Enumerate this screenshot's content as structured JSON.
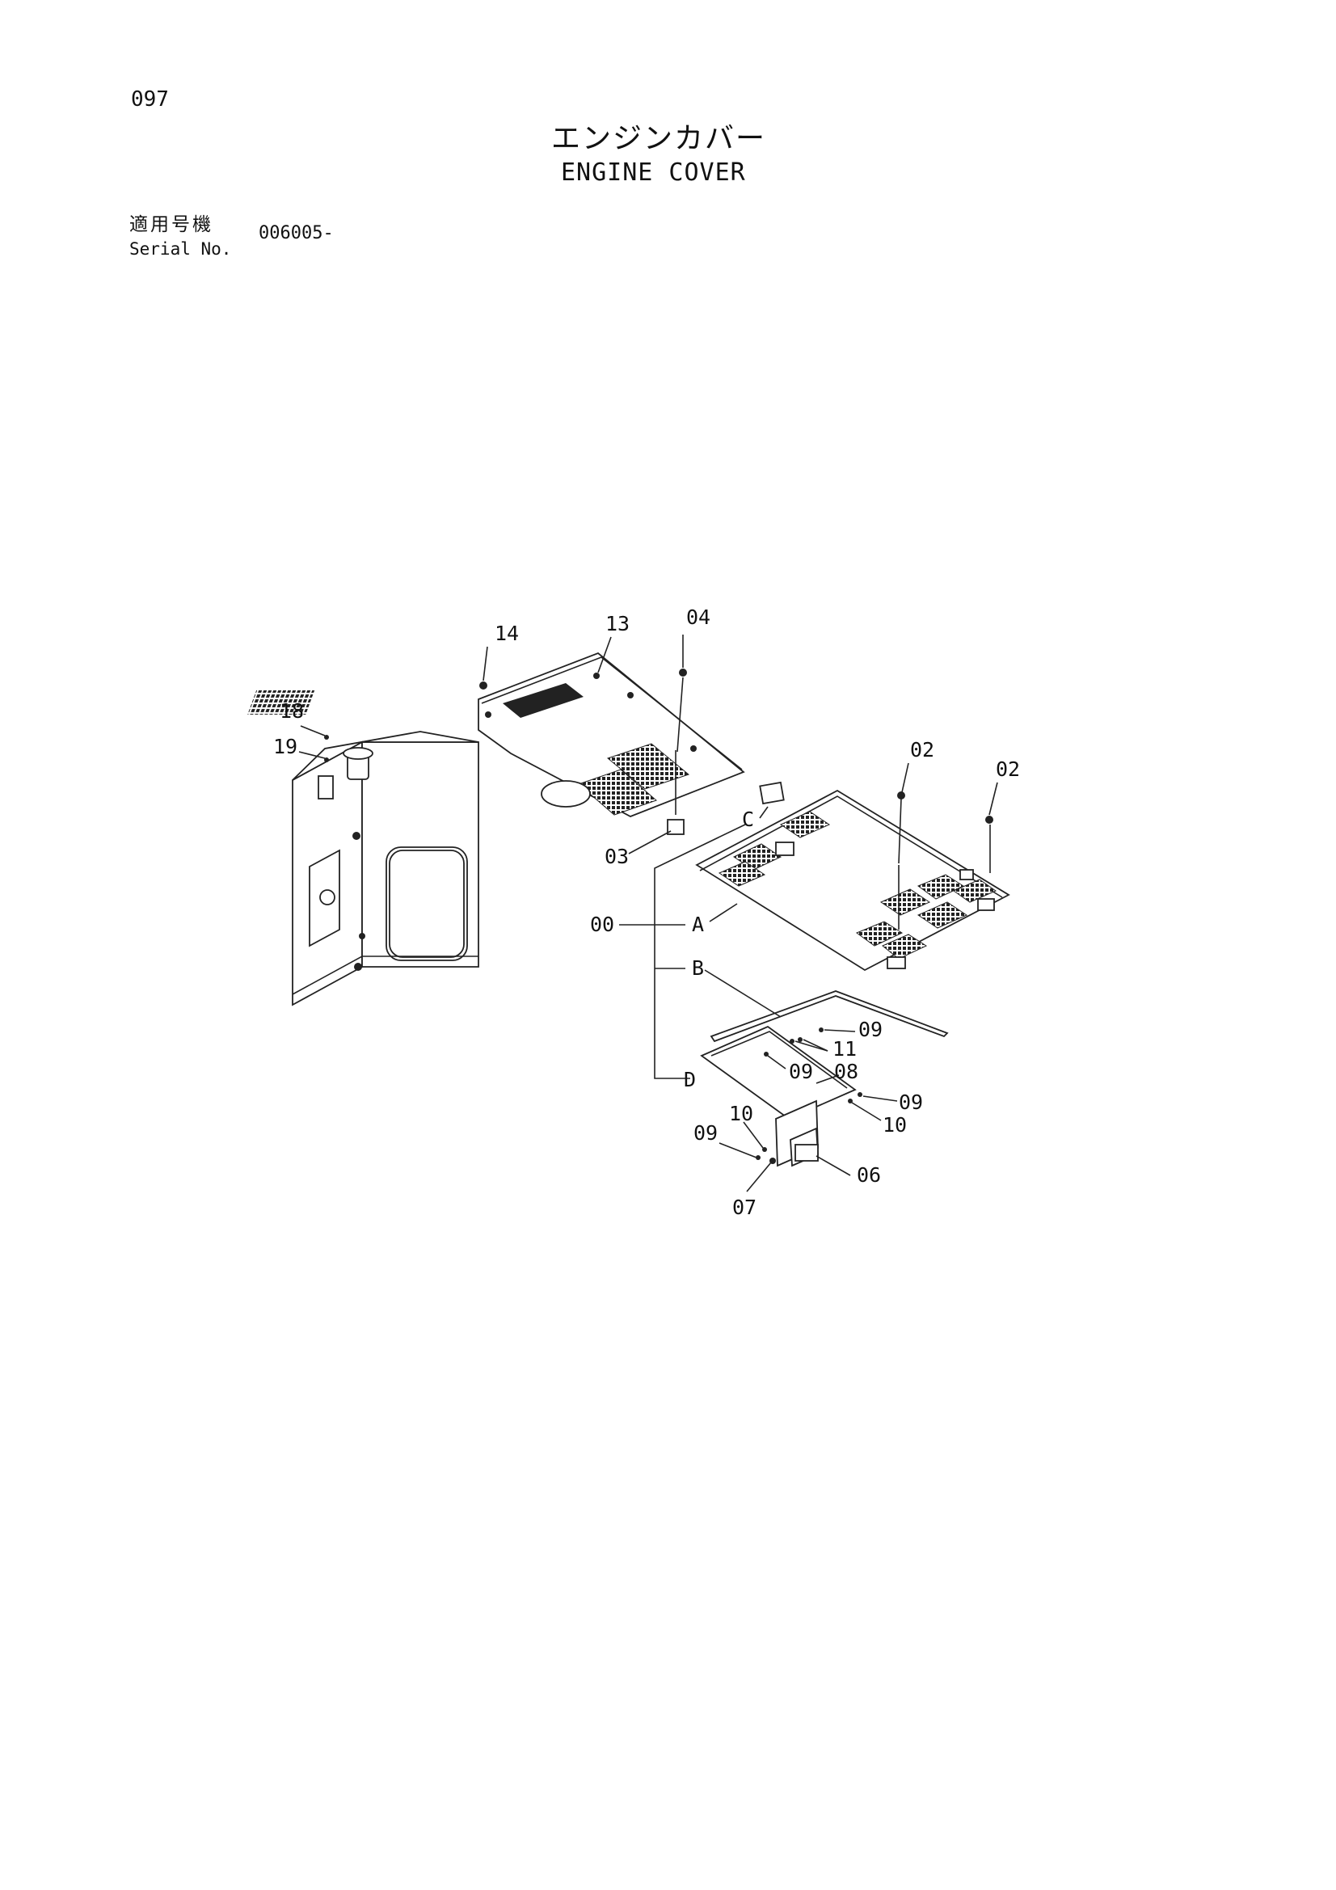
{
  "header": {
    "page_number": "097",
    "title_jp": "エンジンカバー",
    "title_en": "ENGINE COVER",
    "serial_label_jp": "適用号機",
    "serial_label_en": "Serial No.",
    "serial_value": "006005-"
  },
  "callouts": {
    "c14": "14",
    "c13": "13",
    "c04": "04",
    "c18": "18",
    "c19": "19",
    "c02a": "02",
    "c02b": "02",
    "c03": "03",
    "cC": "C",
    "cA": "A",
    "c00": "00",
    "cB": "B",
    "c09a": "09",
    "c11": "11",
    "c09b": "09",
    "c08": "08",
    "c09c": "09",
    "c10a": "10",
    "c09d": "09",
    "c10b": "10",
    "c06": "06",
    "c07": "07",
    "cD": "D"
  }
}
